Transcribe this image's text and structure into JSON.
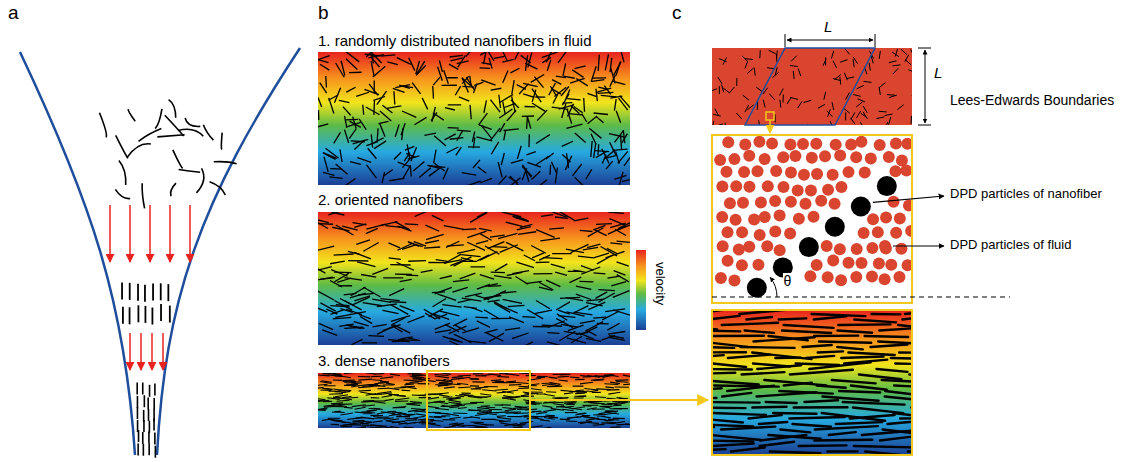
{
  "diagram": {
    "labels": [
      "a",
      "b",
      "c",
      "1. randomly distributed nanofibers in fluid",
      "2. oriented nanofibers",
      "3. dense nanofibers",
      "velocity",
      "L",
      "L",
      "Lees-Edwards Boundaries",
      "DPD particles of nanofiber",
      "DPD particles of fluid",
      "θ"
    ]
  }
}
